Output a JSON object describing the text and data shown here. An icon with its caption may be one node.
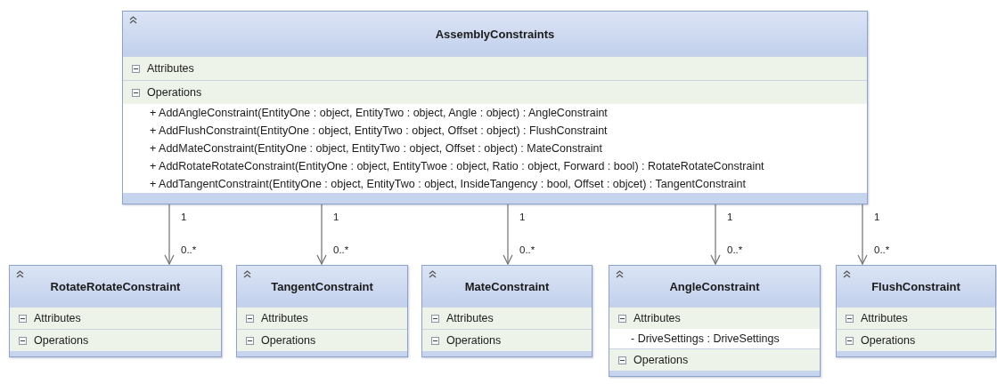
{
  "diagram": {
    "nodes": [
      {
        "text": [
          "AssemblyConstraints"
        ]
      },
      {
        "text": [
          "Attributes"
        ],
        "in": 0
      },
      {
        "text": [
          "Operations",
          "+ AddAngleConstraint(EntityOne : object, EntityTwo : object, Angle : object) : AngleConstraint",
          "+ AddFlushConstraint(EntityOne : object, EntityTwo : object, Offset : object) : FlushConstraint",
          "+ AddMateConstraint(EntityOne : object, EntityTwo : object, Offset : object) : MateConstraint",
          "+ AddRotateRotateConstraint(EntityOne : object, EntityTwoe : object, Ratio : object, Forward : bool) : RotateRotateConstraint",
          "+ AddTangentConstraint(EntityOne : object, EntityTwo : object, InsideTangency : bool, Offset : objcet) : TangentConstraint"
        ],
        "in": 0
      },
      {
        "text": [
          "RotateRotateConstraint"
        ]
      },
      {
        "text": [
          "Attributes"
        ],
        "in": 3
      },
      {
        "text": [
          "Operations"
        ],
        "in": 3
      },
      {
        "text": [
          "TangentConstraint"
        ]
      },
      {
        "text": [
          "Attributes"
        ],
        "in": 6
      },
      {
        "text": [
          "Operations"
        ],
        "in": 6
      },
      {
        "text": [
          "MateConstraint"
        ]
      },
      {
        "text": [
          "Attributes"
        ],
        "in": 9
      },
      {
        "text": [
          "Operations"
        ],
        "in": 9
      },
      {
        "text": [
          "AngleConstraint"
        ]
      },
      {
        "text": [
          "Attributes",
          "- DriveSettings : DriveSettings"
        ],
        "in": 12
      },
      {
        "text": [
          "Operations"
        ],
        "in": 12
      },
      {
        "text": [
          "FlushConstraint"
        ]
      },
      {
        "text": [
          "Attributes"
        ],
        "in": 15
      },
      {
        "text": [
          "Operations"
        ],
        "in": 15
      }
    ],
    "edges": [
      {
        "from": 0,
        "to": 3,
        "arrow": "to"
      },
      {
        "from": 0,
        "to": 6,
        "arrow": "to"
      },
      {
        "from": 0,
        "to": 9,
        "arrow": "to"
      },
      {
        "from": 0,
        "to": 12,
        "arrow": "to"
      },
      {
        "from": 0,
        "to": 15,
        "arrow": "to"
      }
    ],
    "labels": [
      "1",
      "1",
      "1",
      "1",
      "1",
      "0..*",
      "0..*",
      "0..*",
      "0..*",
      "0..*"
    ]
  }
}
